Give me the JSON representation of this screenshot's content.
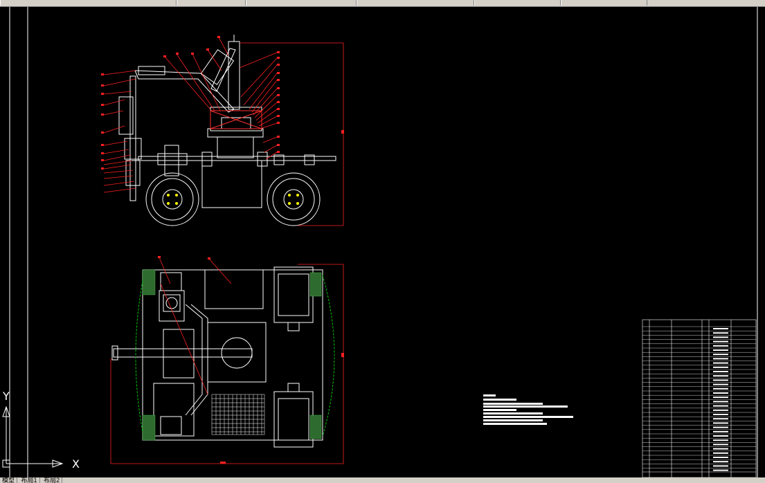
{
  "toolbar": {
    "fields": [
      "",
      "",
      "",
      "",
      "",
      ""
    ]
  },
  "ucs": {
    "x_label": "X",
    "y_label": "Y"
  },
  "layout_tabs": [
    "模型",
    "布局1",
    "布局2"
  ],
  "colors": {
    "background": "#000000",
    "linework": "#ffffff",
    "dimension": "#ff0000",
    "hatch": "#2e8b2e",
    "arc": "#00cc00"
  }
}
